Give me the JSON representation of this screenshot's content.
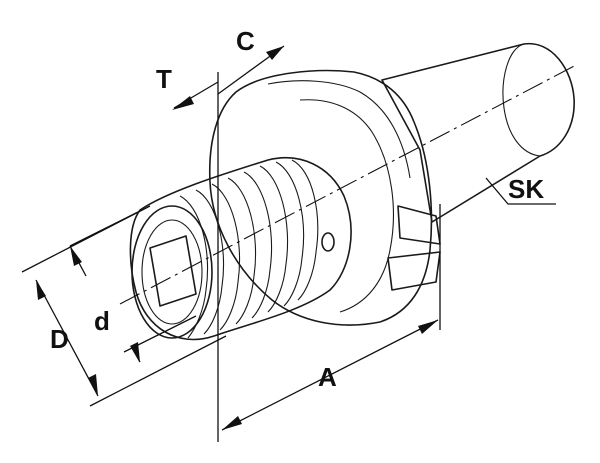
{
  "labels": {
    "A": "A",
    "C": "C",
    "T": "T",
    "D": "D",
    "d": "d",
    "SK": "SK"
  },
  "colors": {
    "line": "#1a1a1a",
    "body_light": "#f2f2f2",
    "body_mid": "#d6d6d6",
    "body_dark": "#b8b8b8"
  }
}
